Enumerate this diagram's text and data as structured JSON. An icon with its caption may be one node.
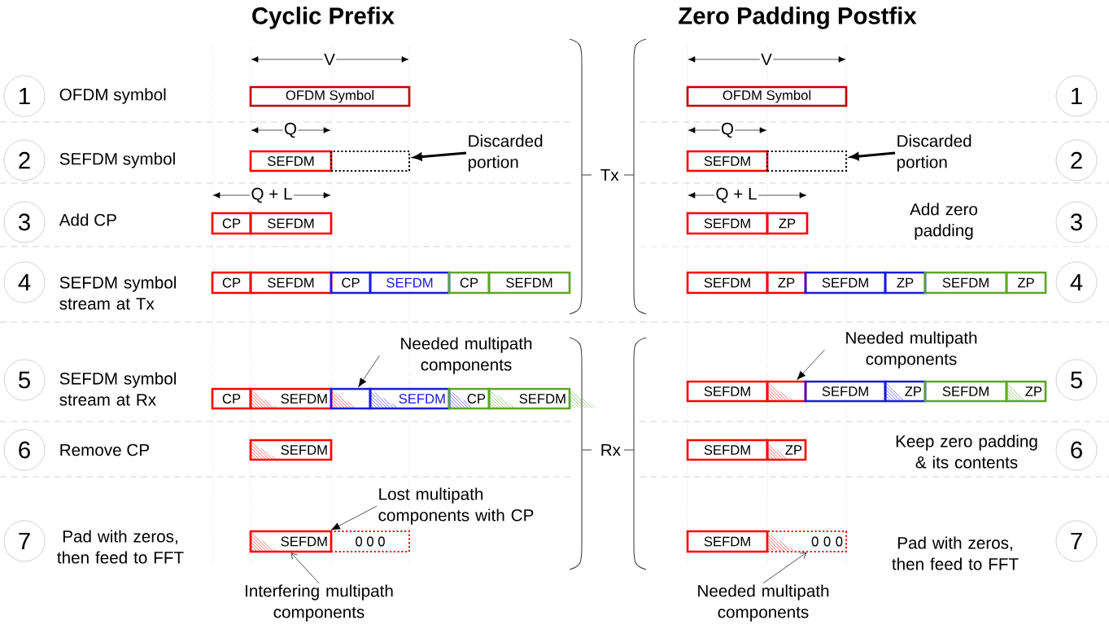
{
  "diagram": {
    "nodes": [
      {
        "text": [
          "1"
        ]
      },
      {
        "text": [
          "OFDM Symbol"
        ]
      },
      {
        "text": [
          "OFDM Symbol"
        ]
      },
      {
        "text": [
          "1"
        ]
      },
      {
        "text": [
          "2"
        ]
      },
      {
        "text": [
          "SEFDM"
        ]
      },
      {
        "text": [],
        "shape": "box"
      },
      {
        "text": [
          "Discarded portion"
        ]
      },
      {
        "text": [
          "SEFDM"
        ]
      },
      {
        "text": [],
        "shape": "box"
      },
      {
        "text": [
          "Discarded portion"
        ]
      },
      {
        "text": [
          "2"
        ]
      },
      {
        "text": [
          "3"
        ]
      },
      {
        "text": [
          "CP"
        ]
      },
      {
        "text": [
          "SEFDM"
        ]
      },
      {
        "text": [
          "SEFDM"
        ]
      },
      {
        "text": [
          "ZP"
        ]
      },
      {
        "text": [
          "3"
        ]
      },
      {
        "text": [
          "4"
        ]
      },
      {
        "text": [
          "CP"
        ]
      },
      {
        "text": [
          "SEFDM"
        ]
      },
      {
        "text": [
          "CP"
        ]
      },
      {
        "text": [
          "SEFDM"
        ]
      },
      {
        "text": [
          "CP"
        ]
      },
      {
        "text": [
          "SEFDM"
        ]
      },
      {
        "text": [
          "SEFDM"
        ]
      },
      {
        "text": [
          "ZP"
        ]
      },
      {
        "text": [
          "SEFDM"
        ]
      },
      {
        "text": [
          "ZP"
        ]
      },
      {
        "text": [
          "SEFDM"
        ]
      },
      {
        "text": [
          "ZP"
        ]
      },
      {
        "text": [
          "4"
        ]
      },
      {
        "text": [
          "Needed multipath components"
        ]
      },
      {
        "text": [
          "Needed multipath components"
        ]
      },
      {
        "text": [
          "5"
        ]
      },
      {
        "text": [
          "CP"
        ]
      },
      {
        "text": [
          "SEFDM"
        ]
      },
      {
        "text": [],
        "shape": "box"
      },
      {
        "text": [
          "SEFDM"
        ]
      },
      {
        "text": [
          "CP"
        ]
      },
      {
        "text": [
          "SEFDM"
        ]
      },
      {
        "text": [
          "SEFDM"
        ]
      },
      {
        "text": [],
        "shape": "box"
      },
      {
        "text": [
          "SEFDM"
        ]
      },
      {
        "text": [
          "ZP"
        ]
      },
      {
        "text": [
          "SEFDM"
        ]
      },
      {
        "text": [
          "ZP"
        ]
      },
      {
        "text": [
          "5"
        ]
      },
      {
        "text": [
          "6"
        ]
      },
      {
        "text": [
          "SEFDM"
        ]
      },
      {
        "text": [
          "SEFDM"
        ]
      },
      {
        "text": [
          "ZP"
        ]
      },
      {
        "text": [
          "6"
        ]
      },
      {
        "text": [
          "Lost multipath components with CP"
        ]
      },
      {
        "text": [
          "7"
        ]
      },
      {
        "text": [
          "SEFDM"
        ]
      },
      {
        "text": [
          "0 0 0"
        ]
      },
      {
        "text": [
          "SEFDM"
        ]
      },
      {
        "text": [
          "0 0 0"
        ]
      },
      {
        "text": [
          "7"
        ]
      },
      {
        "text": [
          "Interfering multipath components"
        ]
      },
      {
        "text": [
          "Needed multipath components"
        ]
      }
    ],
    "edges": [
      {
        "from": 7,
        "to": 6,
        "arrow": "to",
        "style": "thick"
      },
      {
        "from": 10,
        "to": 9,
        "arrow": "to",
        "style": "thick"
      },
      {
        "from": 32,
        "to": 37,
        "arrow": "to"
      },
      {
        "from": 33,
        "to": 42,
        "arrow": "to"
      },
      {
        "from": 53,
        "to": 56,
        "arrow": "to"
      },
      {
        "from": 60,
        "to": 55,
        "arrow": "to"
      },
      {
        "from": 61,
        "to": 58,
        "arrow": "to"
      }
    ],
    "labels": [
      "Cyclic Prefix",
      "Zero Padding Postfix",
      "V",
      "V",
      "OFDM symbol",
      "Q",
      "Q",
      "SEFDM symbol",
      "Tx",
      "Q + L",
      "Q + L",
      "Add CP",
      "Add zero padding",
      "SEFDM symbol stream at Tx",
      "SEFDM symbol stream at Rx",
      "Remove CP",
      "Rx",
      "Keep zero padding & its contents",
      "Pad with zeros, then feed to FFT",
      "Pad with zeros, then feed to FFT"
    ]
  }
}
